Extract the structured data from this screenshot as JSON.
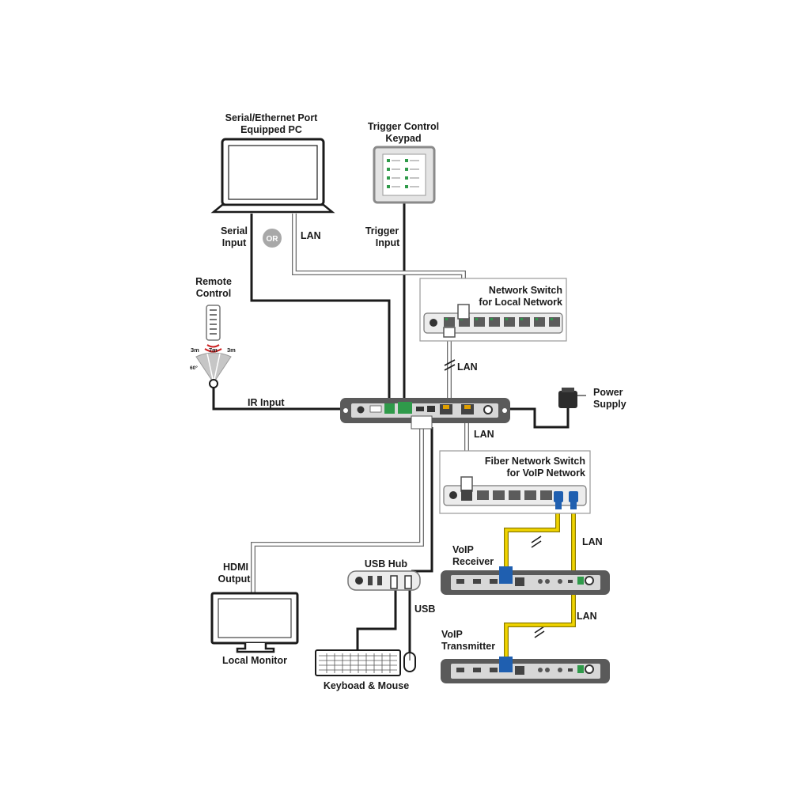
{
  "colors": {
    "device_dark": "#5a5a5a",
    "device_panel": "#d7d7d7",
    "port_green": "#2f9a4a",
    "fiber_yellow": "#f0d400",
    "fiber_blue": "#1f5fb0",
    "ir_red": "#cc2222"
  },
  "labels": {
    "pc": [
      "Serial/Ethernet Port",
      "Equipped PC"
    ],
    "keypad": [
      "Trigger Control",
      "Keypad"
    ],
    "serial_input": [
      "Serial",
      "Input"
    ],
    "or_badge": "OR",
    "lan_pc": "LAN",
    "trigger_input": [
      "Trigger",
      "Input"
    ],
    "remote": [
      "Remote",
      "Control"
    ],
    "ir_dist_left": "3m",
    "ir_dist_mid": "7m",
    "ir_dist_right": "3m",
    "ir_angle": "60°",
    "network_switch": [
      "Network Switch",
      "for Local Network"
    ],
    "lan_switch": "LAN",
    "ir_input": "IR Input",
    "power_supply": [
      "Power",
      "Supply"
    ],
    "lan_main": "LAN",
    "fiber_switch": [
      "Fiber Network Switch",
      "for VoIP Network"
    ],
    "lan_receiver": "LAN",
    "voip_receiver": [
      "VoIP",
      "Receiver"
    ],
    "hdmi_output": [
      "HDMI",
      "Output"
    ],
    "usb_hub": "USB Hub",
    "usb": "USB",
    "lan_transmitter": "LAN",
    "voip_transmitter": [
      "VoIP",
      "Transmitter"
    ],
    "local_monitor": "Local Monitor",
    "keyboard_mouse": "Keyboad & Mouse"
  }
}
